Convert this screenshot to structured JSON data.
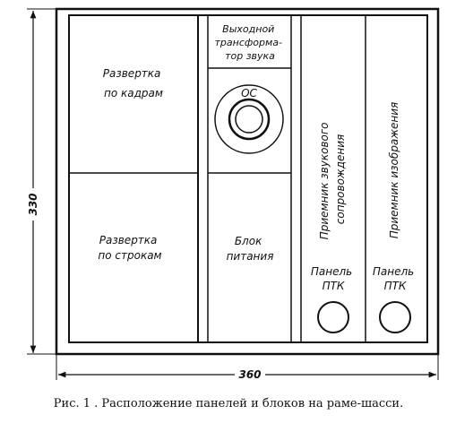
{
  "dimensions": {
    "height": "330",
    "width": "360"
  },
  "blocks": {
    "frame_sweep": [
      "Развертка",
      "по кадрам"
    ],
    "line_sweep": [
      "Развертка",
      "по строкам"
    ],
    "output_transformer": [
      "Выходной",
      "трансформа-",
      "тор звука"
    ],
    "deflection": "ОС",
    "power_supply": [
      "Блок",
      "питания"
    ],
    "sound_receiver": [
      "Приемник звукового",
      "сопровождения"
    ],
    "image_receiver": "Приемник изображения",
    "panel_left": [
      "Панель",
      "ПТК"
    ],
    "panel_right": [
      "Панель",
      "ПТК"
    ]
  },
  "caption": "Рис. 1 . Расположение панелей и блоков на раме-шасси."
}
